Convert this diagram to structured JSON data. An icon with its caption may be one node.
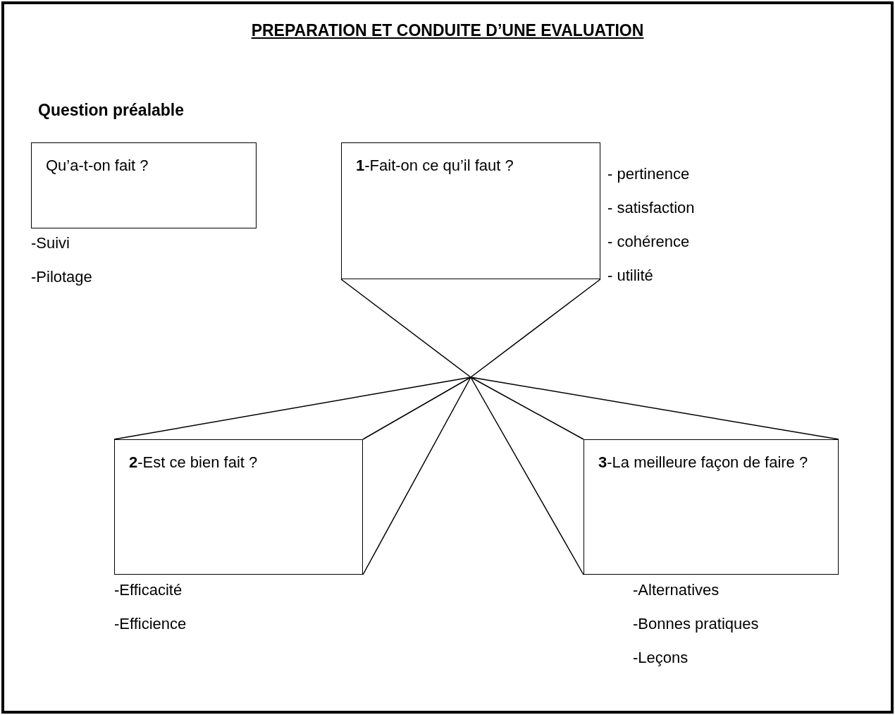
{
  "diagram": {
    "title": "PREPARATION ET CONDUITE D’UNE EVALUATION",
    "nodes": [
      {
        "text": [
          "Qu’a-t-on fait ?"
        ],
        "beside": [
          "-Suivi",
          "-Pilotage"
        ]
      },
      {
        "text": [
          "**1**-Fait-on ce qu’il faut ?"
        ],
        "beside": [
          "- pertinence",
          "- satisfaction",
          "- cohérence",
          "- utilité"
        ]
      },
      {
        "text": [
          "**2**-Est ce bien fait ?"
        ],
        "beside": [
          "-Efficacité",
          "-Efficience"
        ]
      },
      {
        "text": [
          "**3**-La meilleure façon de faire ?"
        ],
        "beside": [
          "-Alternatives",
          "-Bonnes pratiques",
          "-Leçons"
        ]
      }
    ],
    "edges": [
      {
        "from": 1,
        "to": 2,
        "arrow": "none"
      },
      {
        "from": 1,
        "to": 3,
        "arrow": "none"
      }
    ],
    "labels": [
      "Question préalable"
    ]
  }
}
